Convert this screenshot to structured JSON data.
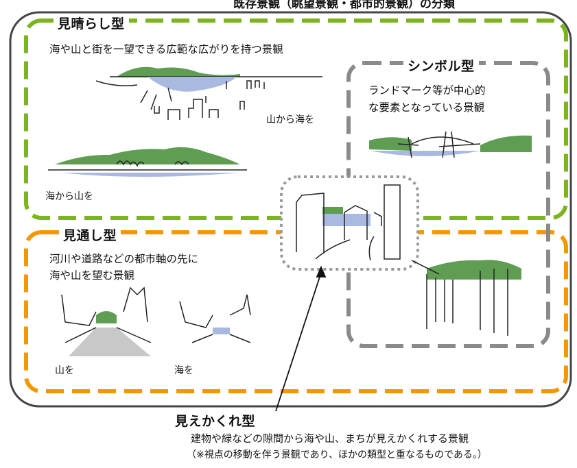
{
  "header": {
    "text": "既存景観（眺望景観・都市的景観）の分類"
  },
  "categories": {
    "panorama": {
      "title": "見晴らし型",
      "desc": "海や山と街を一望できる広範な広がりを持つ景観",
      "labels": [
        "山から海を",
        "海から山を"
      ],
      "color": "#7ab51d"
    },
    "symbol": {
      "title": "シンボル型",
      "desc": [
        "ランドマーク等が中心的",
        "な要素となっている景観"
      ],
      "color": "#808080"
    },
    "vista": {
      "title": "見通し型",
      "desc": [
        "河川や道路などの都市軸の先に",
        "海や山を望む景観"
      ],
      "labels": [
        "山を",
        "海を"
      ],
      "color": "#f39800"
    },
    "glimpse": {
      "title": "見えかくれ型",
      "desc": [
        "建物や緑などの隙間から海や山、まちが見えかくれする景観",
        "（※視点の移動を伴う景観であり、ほかの類型と重なるものである。）"
      ],
      "color": "#999999"
    }
  },
  "colors": {
    "sea": "#a9b9e0",
    "green": "#5f9e52",
    "outer": "#444444"
  }
}
